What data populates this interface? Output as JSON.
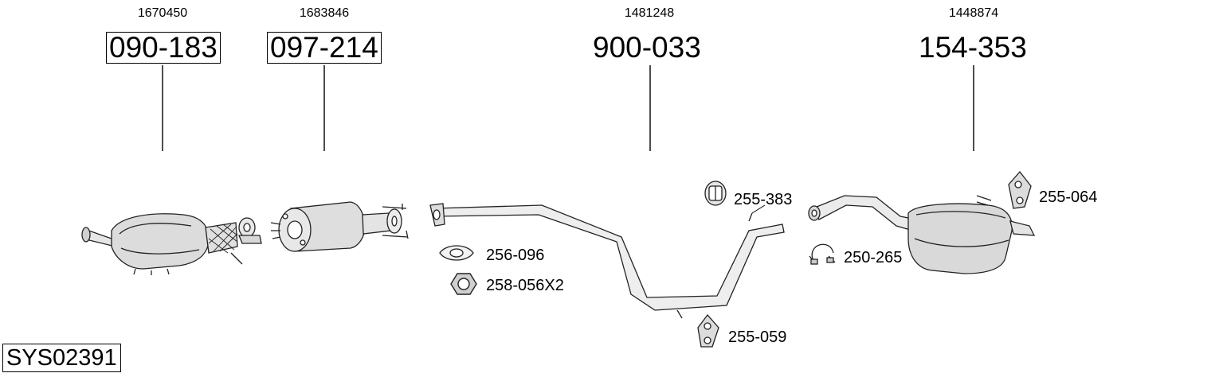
{
  "diagram": {
    "system_code": "SYS02391",
    "parts": [
      {
        "oe_number": "1670450",
        "part_number": "090-183",
        "boxed": true
      },
      {
        "oe_number": "1683846",
        "part_number": "097-214",
        "boxed": true
      },
      {
        "oe_number": "1481248",
        "part_number": "900-033",
        "boxed": false
      },
      {
        "oe_number": "1448874",
        "part_number": "154-353",
        "boxed": false
      }
    ],
    "accessories": [
      {
        "label": "255-383"
      },
      {
        "label": "256-096"
      },
      {
        "label": "258-056X2"
      },
      {
        "label": "250-265"
      },
      {
        "label": "255-064"
      },
      {
        "label": "255-059"
      }
    ]
  }
}
